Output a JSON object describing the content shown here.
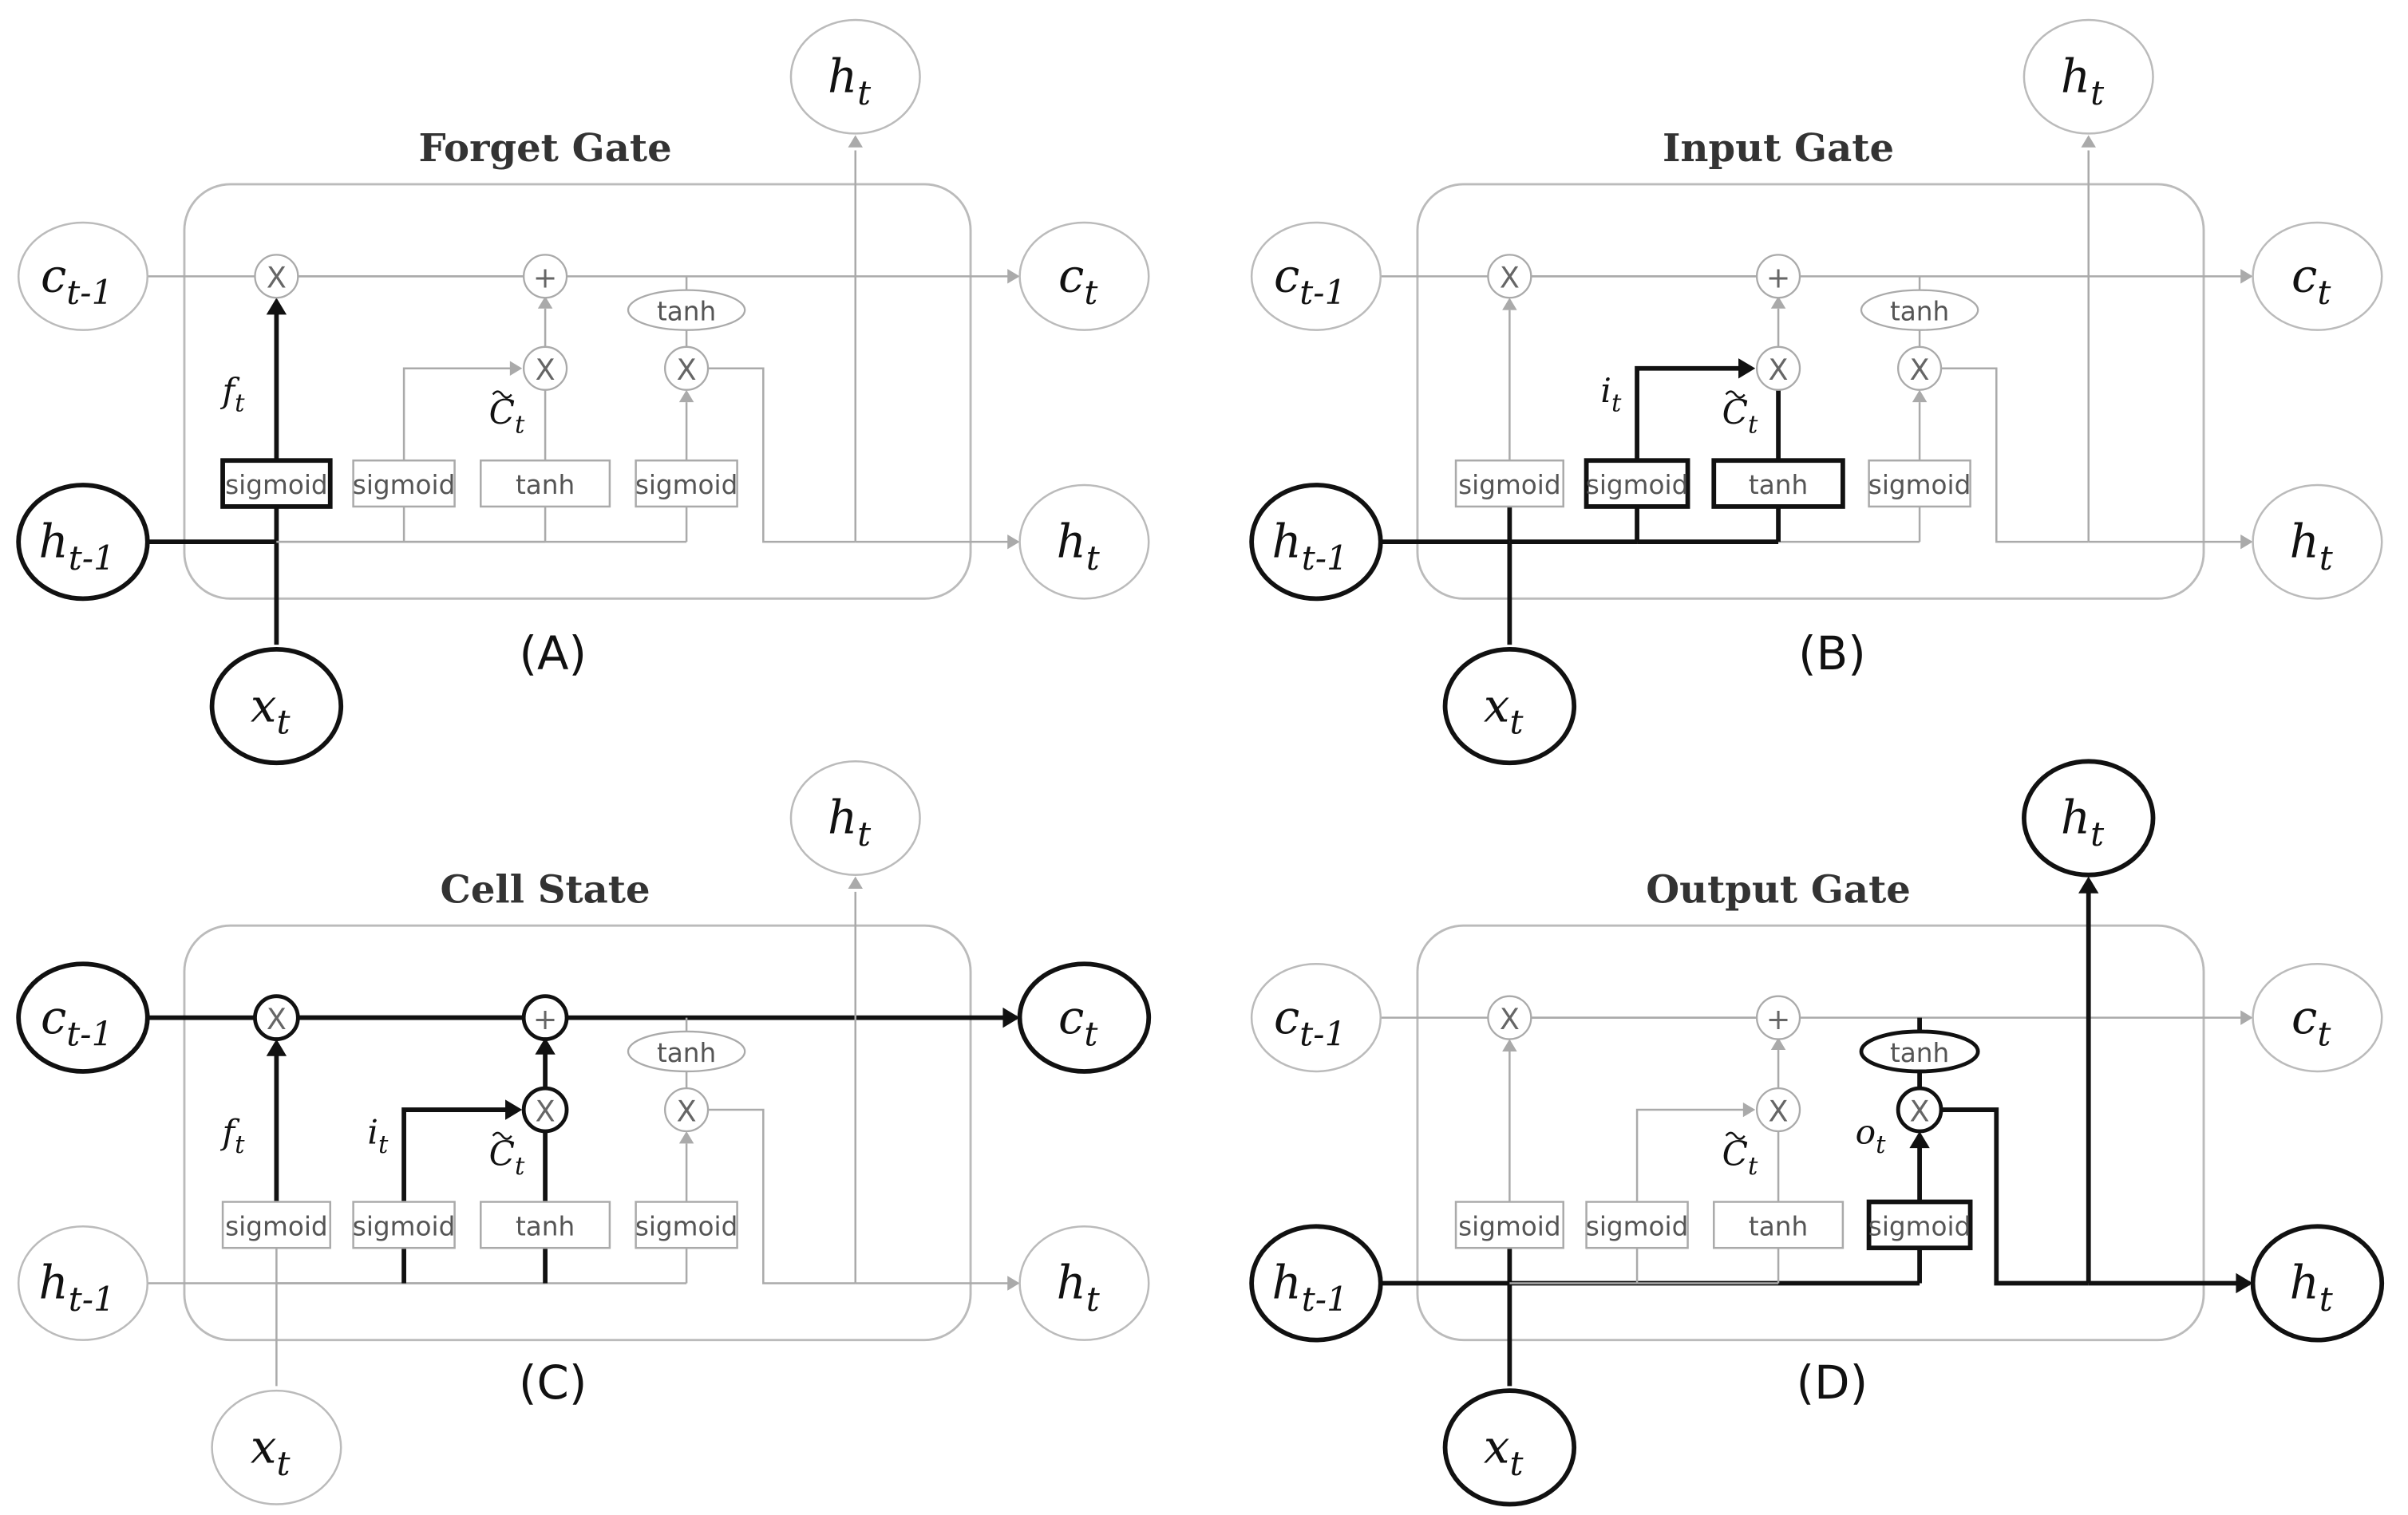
{
  "colors": {
    "active": "#111111",
    "inactive": "#aaaaaa",
    "cell": "#bbbbbb",
    "background": "#ffffff"
  },
  "symbols": {
    "multiply": "X",
    "add": "+"
  },
  "panels": [
    {
      "label": "(A)",
      "title": "Forget Gate",
      "texts": {
        "c_prev": "c",
        "c_prev_sub": "t-1",
        "h_prev": "h",
        "h_prev_sub": "t-1",
        "x_in": "x",
        "x_in_sub": "t",
        "c_out": "c",
        "c_out_sub": "t",
        "h_out": "h",
        "h_out_sub": "t",
        "h_top": "h",
        "h_top_sub": "t"
      },
      "gates": [
        "sigmoid",
        "sigmoid",
        "tanh",
        "sigmoid"
      ],
      "tanh_label": "tanh",
      "annotations": [
        {
          "id": "f",
          "text": "f",
          "sub": "t",
          "tilde": false
        },
        {
          "id": "c",
          "text": "C",
          "sub": "t",
          "tilde": true
        }
      ],
      "active_nodes": [
        "h_prev",
        "x_in"
      ],
      "active_gates": [
        0
      ],
      "active_circles": [],
      "active_lines": [
        "hprev_in",
        "x_up",
        "f_to_mul"
      ],
      "active_arrows": [
        "f_to_mul"
      ]
    },
    {
      "label": "(B)",
      "title": "Input Gate",
      "texts": {
        "c_prev": "c",
        "c_prev_sub": "t-1",
        "h_prev": "h",
        "h_prev_sub": "t-1",
        "x_in": "x",
        "x_in_sub": "t",
        "c_out": "c",
        "c_out_sub": "t",
        "h_out": "h",
        "h_out_sub": "t",
        "h_top": "h",
        "h_top_sub": "t"
      },
      "gates": [
        "sigmoid",
        "sigmoid",
        "tanh",
        "sigmoid"
      ],
      "tanh_label": "tanh",
      "annotations": [
        {
          "id": "i",
          "text": "i",
          "sub": "t",
          "tilde": false
        },
        {
          "id": "c",
          "text": "C",
          "sub": "t",
          "tilde": true
        }
      ],
      "active_nodes": [
        "h_prev",
        "x_in"
      ],
      "active_gates": [
        1,
        2
      ],
      "active_circles": [],
      "active_lines": [
        "hprev_in",
        "x_up",
        "bus_f_i",
        "bus_i_g",
        "i_to_mul",
        "g_to_mul"
      ],
      "active_arrows": [
        "i_to_mul"
      ]
    },
    {
      "label": "(C)",
      "title": "Cell State",
      "texts": {
        "c_prev": "c",
        "c_prev_sub": "t-1",
        "h_prev": "h",
        "h_prev_sub": "t-1",
        "x_in": "x",
        "x_in_sub": "t",
        "c_out": "c",
        "c_out_sub": "t",
        "h_out": "h",
        "h_out_sub": "t",
        "h_top": "h",
        "h_top_sub": "t"
      },
      "gates": [
        "sigmoid",
        "sigmoid",
        "tanh",
        "sigmoid"
      ],
      "tanh_label": "tanh",
      "annotations": [
        {
          "id": "f",
          "text": "f",
          "sub": "t",
          "tilde": false
        },
        {
          "id": "i",
          "text": "i",
          "sub": "t",
          "tilde": false
        },
        {
          "id": "c",
          "text": "C",
          "sub": "t",
          "tilde": true
        }
      ],
      "active_nodes": [
        "c_prev",
        "c_out"
      ],
      "active_gates": [],
      "active_circles": [
        "mul1",
        "add",
        "mul2"
      ],
      "active_lines": [
        "c_in",
        "c_m1a",
        "c_m1b",
        "c_a_out",
        "f_to_mul",
        "i_to_mul",
        "g_to_mul",
        "m2_to_add"
      ],
      "active_arrows": [
        "c_out",
        "f_to_mul",
        "i_to_mul",
        "m2_to_add"
      ]
    },
    {
      "label": "(D)",
      "title": "Output Gate",
      "texts": {
        "c_prev": "c",
        "c_prev_sub": "t-1",
        "h_prev": "h",
        "h_prev_sub": "t-1",
        "x_in": "x",
        "x_in_sub": "t",
        "c_out": "c",
        "c_out_sub": "t",
        "h_out": "h",
        "h_out_sub": "t",
        "h_top": "h",
        "h_top_sub": "t"
      },
      "gates": [
        "sigmoid",
        "sigmoid",
        "tanh",
        "sigmoid"
      ],
      "tanh_label": "tanh",
      "annotations": [
        {
          "id": "c",
          "text": "C",
          "sub": "t",
          "tilde": true
        },
        {
          "id": "o",
          "text": "o",
          "sub": "t",
          "tilde": false
        }
      ],
      "active_nodes": [
        "h_prev",
        "x_in",
        "h_out",
        "h_top"
      ],
      "active_gates": [
        3
      ],
      "active_circles": [
        "mul3",
        "tanh"
      ],
      "active_lines": [
        "hprev_in",
        "x_up",
        "bus_all",
        "o_up",
        "o_to_mul",
        "mul3_out",
        "h_out",
        "h_up"
      ],
      "active_arrows": [
        "o_to_mul",
        "h_out",
        "h_up"
      ]
    }
  ]
}
